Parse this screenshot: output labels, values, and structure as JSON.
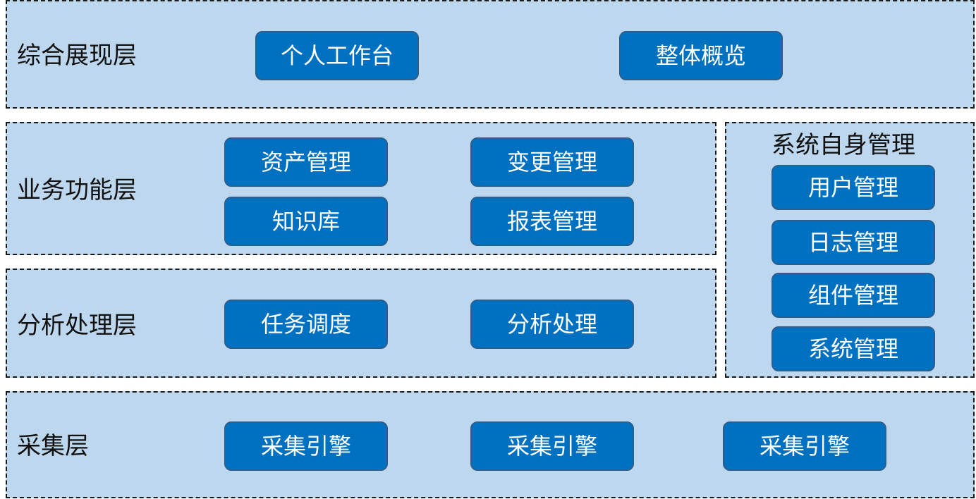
{
  "colors": {
    "layer_fill": "#bdd7ee",
    "layer_border": "#1a1a1a",
    "box_fill": "#0070c0",
    "box_text": "#ffffff"
  },
  "presentation": {
    "label": "综合展现层",
    "modules": [
      "个人工作台",
      "整体概览"
    ]
  },
  "business": {
    "label": "业务功能层",
    "modules": [
      "资产管理",
      "变更管理",
      "知识库",
      "报表管理"
    ]
  },
  "analysis": {
    "label": "分析处理层",
    "modules": [
      "任务调度",
      "分析处理"
    ]
  },
  "system": {
    "label": "系统自身管理",
    "modules": [
      "用户管理",
      "日志管理",
      "组件管理",
      "系统管理"
    ]
  },
  "collection": {
    "label": "采集层",
    "modules": [
      "采集引擎",
      "采集引擎",
      "采集引擎"
    ]
  }
}
